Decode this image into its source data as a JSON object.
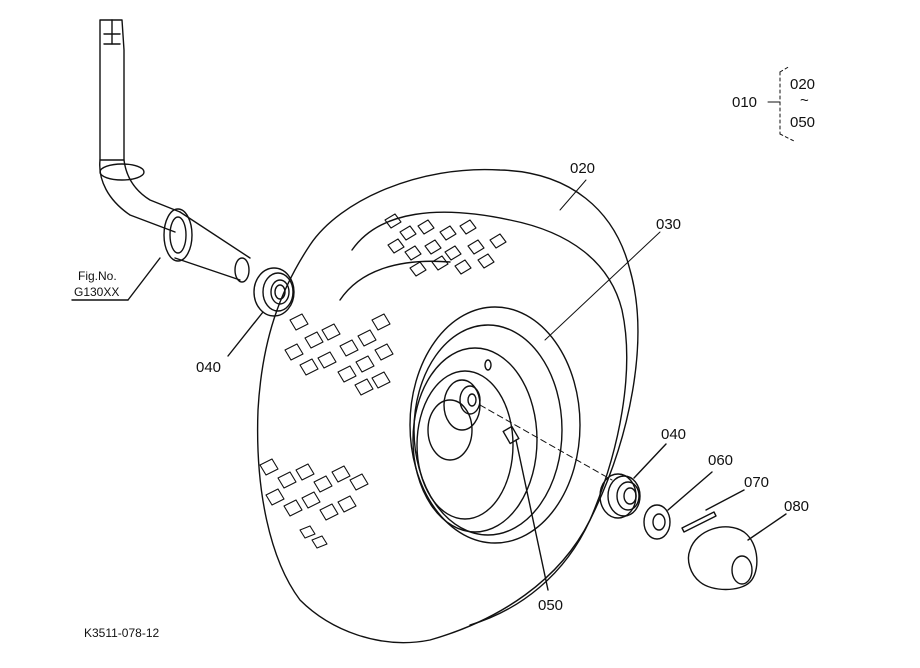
{
  "callouts": {
    "wheel_assembly": "010",
    "tire": "020",
    "rim": "030",
    "bearing_left": "040",
    "bearing_right": "040",
    "grease_nipple": "050",
    "washer": "060",
    "pin": "070",
    "cap": "080"
  },
  "range_note": {
    "from": "020",
    "tilde": "~",
    "to": "050"
  },
  "fig_ref": {
    "line1": "Fig.No.",
    "line2": "G130XX"
  },
  "drawing_code": "K3511-078-12",
  "colors": {
    "ink": "#111111",
    "paper": "#ffffff"
  }
}
